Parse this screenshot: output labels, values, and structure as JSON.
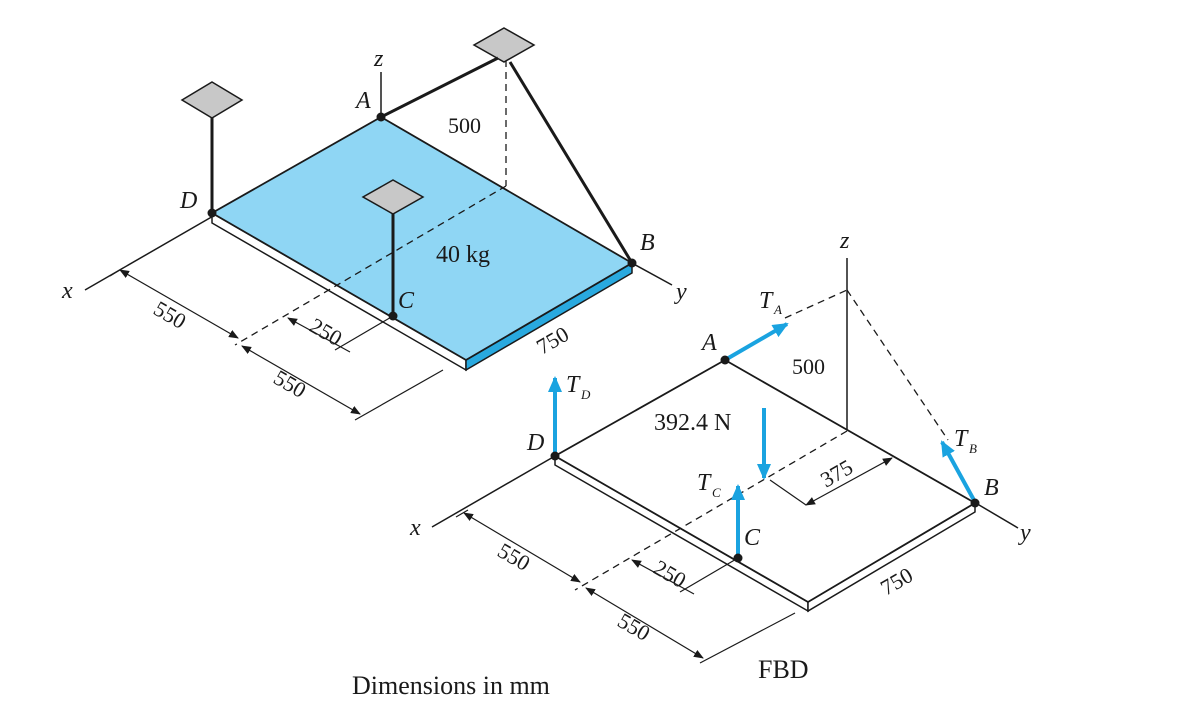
{
  "figure": {
    "caption_left": "Dimensions in mm",
    "caption_right": "FBD"
  },
  "left_view": {
    "axes": {
      "x": "x",
      "y": "y",
      "z": "z"
    },
    "points": {
      "A": "A",
      "B": "B",
      "C": "C",
      "D": "D"
    },
    "mass_label": "40 kg",
    "dims": {
      "height": "500",
      "a": "550",
      "b": "550",
      "c": "250",
      "d": "750"
    }
  },
  "right_view": {
    "axes": {
      "x": "x",
      "y": "y",
      "z": "z"
    },
    "points": {
      "A": "A",
      "B": "B",
      "C": "C",
      "D": "D"
    },
    "forces": {
      "TA": {
        "main": "T",
        "sub": "A"
      },
      "TB": {
        "main": "T",
        "sub": "B"
      },
      "TC": {
        "main": "T",
        "sub": "C"
      },
      "TD": {
        "main": "T",
        "sub": "D"
      }
    },
    "weight_label": "392.4 N",
    "dims": {
      "height": "500",
      "a": "550",
      "b": "550",
      "c": "250",
      "d": "750",
      "e": "375"
    }
  },
  "colors": {
    "plate": "#8fd6f4",
    "plate_edge": "#29a9df",
    "force": "#1aa3e0",
    "support": "#c8c8c8",
    "line": "#1a1a1a"
  }
}
